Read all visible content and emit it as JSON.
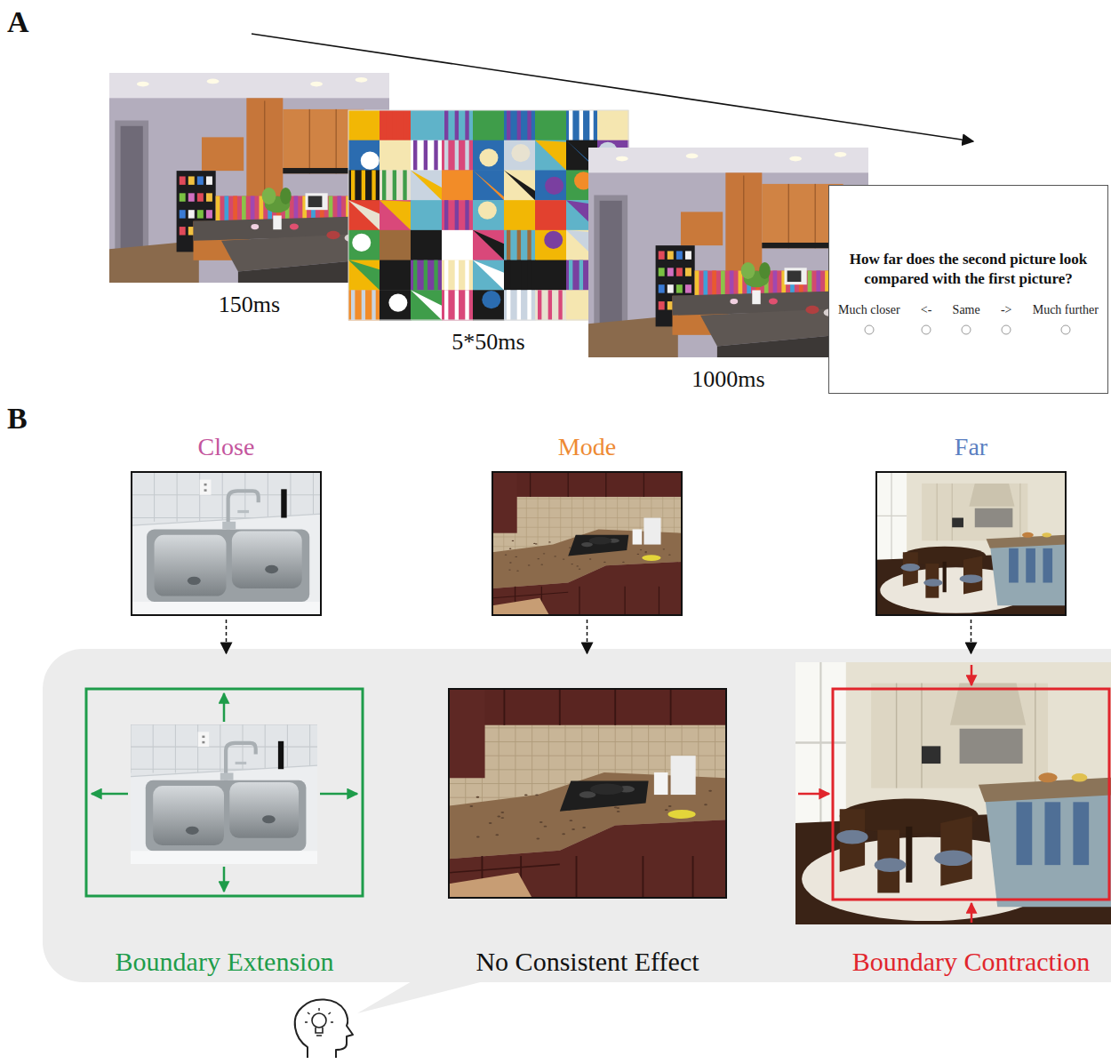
{
  "diagram": {
    "nodes": [
      {
        "text": [
          "150ms"
        ]
      },
      {
        "text": [
          "5*50ms"
        ]
      },
      {
        "text": [
          "1000ms"
        ]
      },
      {
        "text": [
          "How far does the second picture look compared with the first picture?",
          "Much closer",
          "<-",
          "Same",
          "->",
          "Much further"
        ]
      },
      {
        "text": [
          "Close"
        ]
      },
      {
        "text": [
          "Mode"
        ]
      },
      {
        "text": [
          "Far"
        ]
      },
      {
        "text": [
          "Boundary Extension"
        ]
      },
      {
        "text": [
          "No Consistent Effect"
        ]
      },
      {
        "text": [
          "Boundary Contraction"
        ]
      }
    ],
    "edges": [
      {
        "from": 4,
        "to": 7,
        "arrow": "to"
      },
      {
        "from": 5,
        "to": 8,
        "arrow": "to"
      },
      {
        "from": 6,
        "to": 9,
        "arrow": "to"
      }
    ],
    "labels": [
      "A",
      "B"
    ]
  }
}
